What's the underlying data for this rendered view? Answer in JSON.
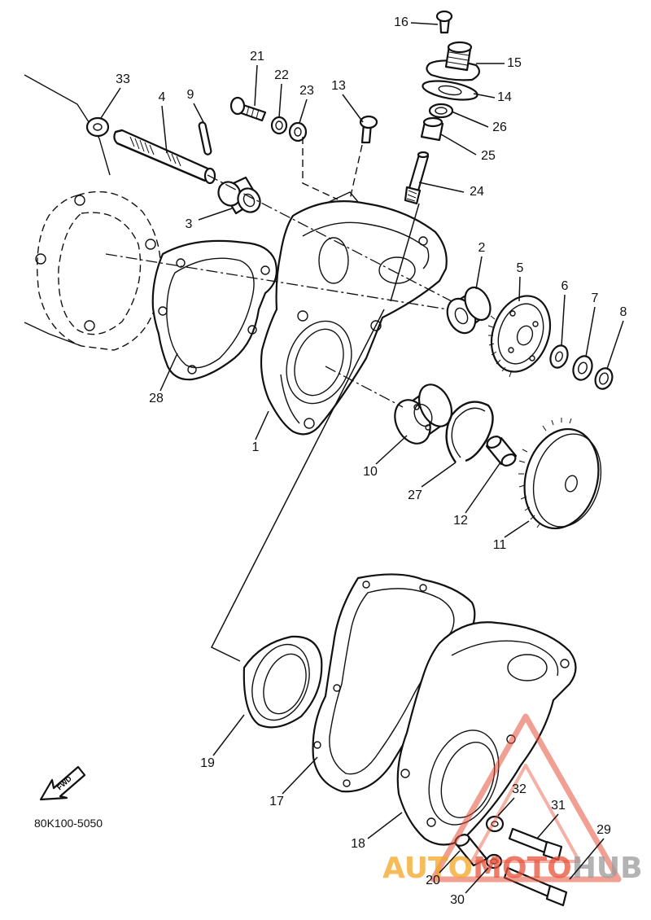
{
  "diagram": {
    "code": "80K100-5050",
    "forward_label": "FWD",
    "watermark": {
      "text_left": "AUTO",
      "text_middle": "MOTO",
      "text_right": "HUB",
      "color_accent": "#e8513a",
      "color_orange": "#f5a623",
      "color_grey": "#9a9a9a"
    },
    "callouts": [
      {
        "id": "c1",
        "number": "1"
      },
      {
        "id": "c2",
        "number": "2"
      },
      {
        "id": "c3",
        "number": "3"
      },
      {
        "id": "c4",
        "number": "4"
      },
      {
        "id": "c5",
        "number": "5"
      },
      {
        "id": "c6",
        "number": "6"
      },
      {
        "id": "c7",
        "number": "7"
      },
      {
        "id": "c8",
        "number": "8"
      },
      {
        "id": "c9",
        "number": "9"
      },
      {
        "id": "c10",
        "number": "10"
      },
      {
        "id": "c11",
        "number": "11"
      },
      {
        "id": "c12",
        "number": "12"
      },
      {
        "id": "c13",
        "number": "13"
      },
      {
        "id": "c14",
        "number": "14"
      },
      {
        "id": "c15",
        "number": "15"
      },
      {
        "id": "c16",
        "number": "16"
      },
      {
        "id": "c17",
        "number": "17"
      },
      {
        "id": "c18",
        "number": "18"
      },
      {
        "id": "c19",
        "number": "19"
      },
      {
        "id": "c20",
        "number": "20"
      },
      {
        "id": "c21",
        "number": "21"
      },
      {
        "id": "c22",
        "number": "22"
      },
      {
        "id": "c23",
        "number": "23"
      },
      {
        "id": "c24",
        "number": "24"
      },
      {
        "id": "c25",
        "number": "25"
      },
      {
        "id": "c26",
        "number": "26"
      },
      {
        "id": "c27",
        "number": "27"
      },
      {
        "id": "c28",
        "number": "28"
      },
      {
        "id": "c29",
        "number": "29"
      },
      {
        "id": "c30",
        "number": "30"
      },
      {
        "id": "c31",
        "number": "31"
      },
      {
        "id": "c32",
        "number": "32"
      },
      {
        "id": "c33",
        "number": "33"
      }
    ]
  }
}
